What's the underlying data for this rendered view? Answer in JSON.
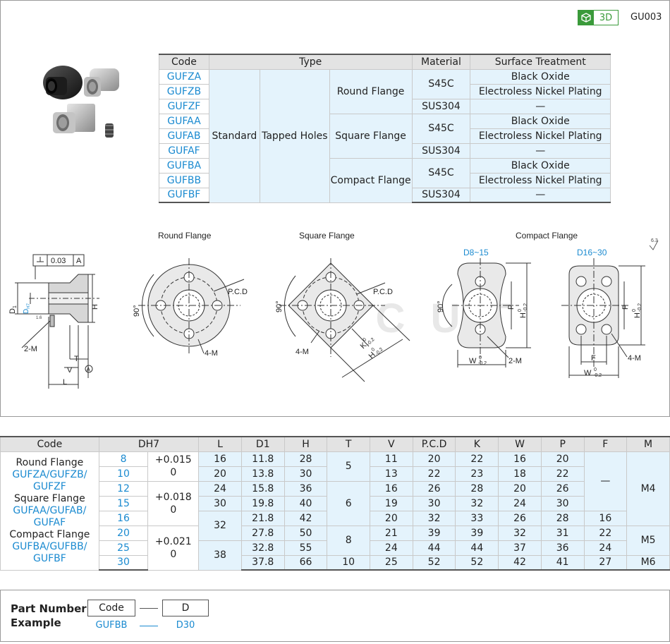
{
  "header": {
    "badge_label": "3D",
    "part_code": "GU003"
  },
  "type_table": {
    "headers": [
      "Code",
      "Type",
      "Material",
      "Surface Treatment"
    ],
    "type_standard": "Standard",
    "type_tapped": "Tapped Holes",
    "rows": [
      {
        "code": "GUFZA",
        "flange": "Round Flange",
        "material": "S45C",
        "surface": "Black Oxide"
      },
      {
        "code": "GUFZB",
        "surface": "Electroless Nickel Plating"
      },
      {
        "code": "GUFZF",
        "material": "SUS304",
        "surface": "—"
      },
      {
        "code": "GUFAA",
        "flange": "Square Flange",
        "material": "S45C",
        "surface": "Black Oxide"
      },
      {
        "code": "GUFAB",
        "surface": "Electroless Nickel Plating"
      },
      {
        "code": "GUFAF",
        "material": "SUS304",
        "surface": "—"
      },
      {
        "code": "GUFBA",
        "flange": "Compact Flange",
        "material": "S45C",
        "surface": "Black Oxide"
      },
      {
        "code": "GUFBB",
        "surface": "Electroless Nickel Plating"
      },
      {
        "code": "GUFBF",
        "material": "SUS304",
        "surface": "—"
      }
    ]
  },
  "drawing": {
    "title_round": "Round Flange",
    "title_square": "Square Flange",
    "title_compact": "Compact Flange",
    "range_small": "D8~15",
    "range_large": "D16~30",
    "roughness": "6.3",
    "tolerance_value": "0.03",
    "datum": "A",
    "label_d1": "D",
    "label_d1_sub": "1",
    "label_dh7": "D",
    "label_dh7_sub": "H7",
    "roughness_small": "1.6",
    "label_2m": "2-M",
    "label_t": "T",
    "label_v": "V",
    "label_l": "L",
    "label_h": "H",
    "label_h_tol_up": "0",
    "label_h_tol_low": "-0.2",
    "label_pcd": "P.C.D",
    "label_90": "90°",
    "label_4m": "4-M",
    "label_k": "K",
    "label_p": "P",
    "label_w": "W",
    "label_f": "F",
    "watermark": "F C U T"
  },
  "dim_table": {
    "headers": [
      "Code",
      "DH7",
      "L",
      "D1",
      "H",
      "T",
      "V",
      "P.C.D",
      "K",
      "W",
      "P",
      "F",
      "M"
    ],
    "code_lines": [
      {
        "text": "Round Flange",
        "blue": false
      },
      {
        "text": "GUFZA/GUFZB/",
        "blue": true
      },
      {
        "text": "GUFZF",
        "blue": true
      },
      {
        "text": "Square Flange",
        "blue": false
      },
      {
        "text": "GUFAA/GUFAB/",
        "blue": true
      },
      {
        "text": "GUFAF",
        "blue": true
      },
      {
        "text": "Compact Flange",
        "blue": false
      },
      {
        "text": "GUFBA/GUFBB/",
        "blue": true
      },
      {
        "text": "GUFBF",
        "blue": true
      }
    ],
    "tol_1": "+0.015",
    "tol_1b": "0",
    "tol_2": "+0.018",
    "tol_2b": "0",
    "tol_3": "+0.021",
    "tol_3b": "0",
    "rows": [
      {
        "d": "8",
        "l": "16",
        "d1": "11.8",
        "h": "28",
        "v": "11",
        "pcd": "20",
        "k": "22",
        "w": "16",
        "p": "20"
      },
      {
        "d": "10",
        "l": "20",
        "d1": "13.8",
        "h": "30",
        "v": "13",
        "pcd": "22",
        "k": "23",
        "w": "18",
        "p": "22"
      },
      {
        "d": "12",
        "l": "24",
        "d1": "15.8",
        "h": "36",
        "v": "16",
        "pcd": "26",
        "k": "28",
        "w": "20",
        "p": "26"
      },
      {
        "d": "15",
        "l": "30",
        "d1": "19.8",
        "h": "40",
        "v": "19",
        "pcd": "30",
        "k": "32",
        "w": "24",
        "p": "30"
      },
      {
        "d": "16",
        "d1": "21.8",
        "h": "42",
        "v": "20",
        "pcd": "32",
        "k": "33",
        "w": "26",
        "p": "28",
        "f": "16"
      },
      {
        "d": "20",
        "d1": "27.8",
        "h": "50",
        "v": "21",
        "pcd": "39",
        "k": "39",
        "w": "32",
        "p": "31",
        "f": "22"
      },
      {
        "d": "25",
        "d1": "32.8",
        "h": "55",
        "v": "24",
        "pcd": "44",
        "k": "44",
        "w": "37",
        "p": "36",
        "f": "24"
      },
      {
        "d": "30",
        "d1": "37.8",
        "h": "66",
        "t": "10",
        "v": "25",
        "pcd": "52",
        "k": "52",
        "w": "42",
        "p": "41",
        "f": "27",
        "m": "M6"
      }
    ],
    "l_32": "32",
    "l_38": "38",
    "t_5": "5",
    "t_6": "6",
    "t_8": "8",
    "f_dash": "—",
    "m_m4": "M4",
    "m_m5": "M5"
  },
  "example": {
    "title_line1": "Part Number",
    "title_line2": "Example",
    "box_code": "Code",
    "box_d": "D",
    "value_code": "GUFBB",
    "value_d": "D30"
  },
  "colors": {
    "accent_blue": "#1a8ad0",
    "cell_blue": "#e4f3fc",
    "header_gray": "#e3e3e3",
    "badge_green": "#3a9a3a"
  }
}
